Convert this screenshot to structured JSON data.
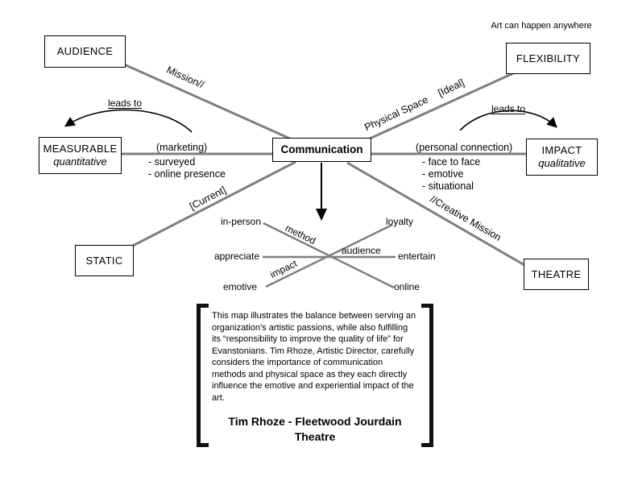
{
  "nodes": {
    "communication": {
      "label": "Communication"
    },
    "audience": {
      "label": "AUDIENCE"
    },
    "flexibility": {
      "label": "FLEXIBILITY",
      "note": "Art can happen anywhere"
    },
    "measurable": {
      "label": "MEASURABLE",
      "sublabel": "quantitative"
    },
    "impact": {
      "label": "IMPACT",
      "sublabel": "qualitative"
    },
    "static": {
      "label": "STATIC"
    },
    "theatre": {
      "label": "THEATRE"
    }
  },
  "edge_labels": {
    "mission": "Mission//",
    "physical_space": "Physical Space",
    "ideal": "[Ideal]",
    "current": "[Current]",
    "creative_mission": "//Creative Mission"
  },
  "annotations": {
    "marketing": {
      "title": "(marketing)",
      "items": [
        "- surveyed",
        "- online presence"
      ]
    },
    "personal_connection": {
      "title": "(personal connection)",
      "items": [
        "- face to face",
        "- emotive",
        "- situational"
      ]
    },
    "leads_to_left": "leads to",
    "leads_to_right": "leads to"
  },
  "cross_diagram": {
    "in_person": "in-person",
    "loyalty": "loyalty",
    "method": "method",
    "appreciate": "appreciate",
    "audience": "audience",
    "entertain": "entertain",
    "impact": "impact",
    "emotive": "emotive",
    "online": "online"
  },
  "caption": {
    "body": "This map illustrates the balance between serving an organization’s artistic passions, while also fulfilling its “responsibility to improve the quality of life” for Evanstonians.  Tim Rhoze, Artistic Director, carefully considers the importance of communication methods and physical space as they each directly influence the emotive and experiential impact of the art.",
    "byline_line1": "Tim Rhoze - Fleetwood Jourdain",
    "byline_line2": "Theatre"
  },
  "colors": {
    "line_gray": "#7f7f7f",
    "ink": "#000000"
  }
}
